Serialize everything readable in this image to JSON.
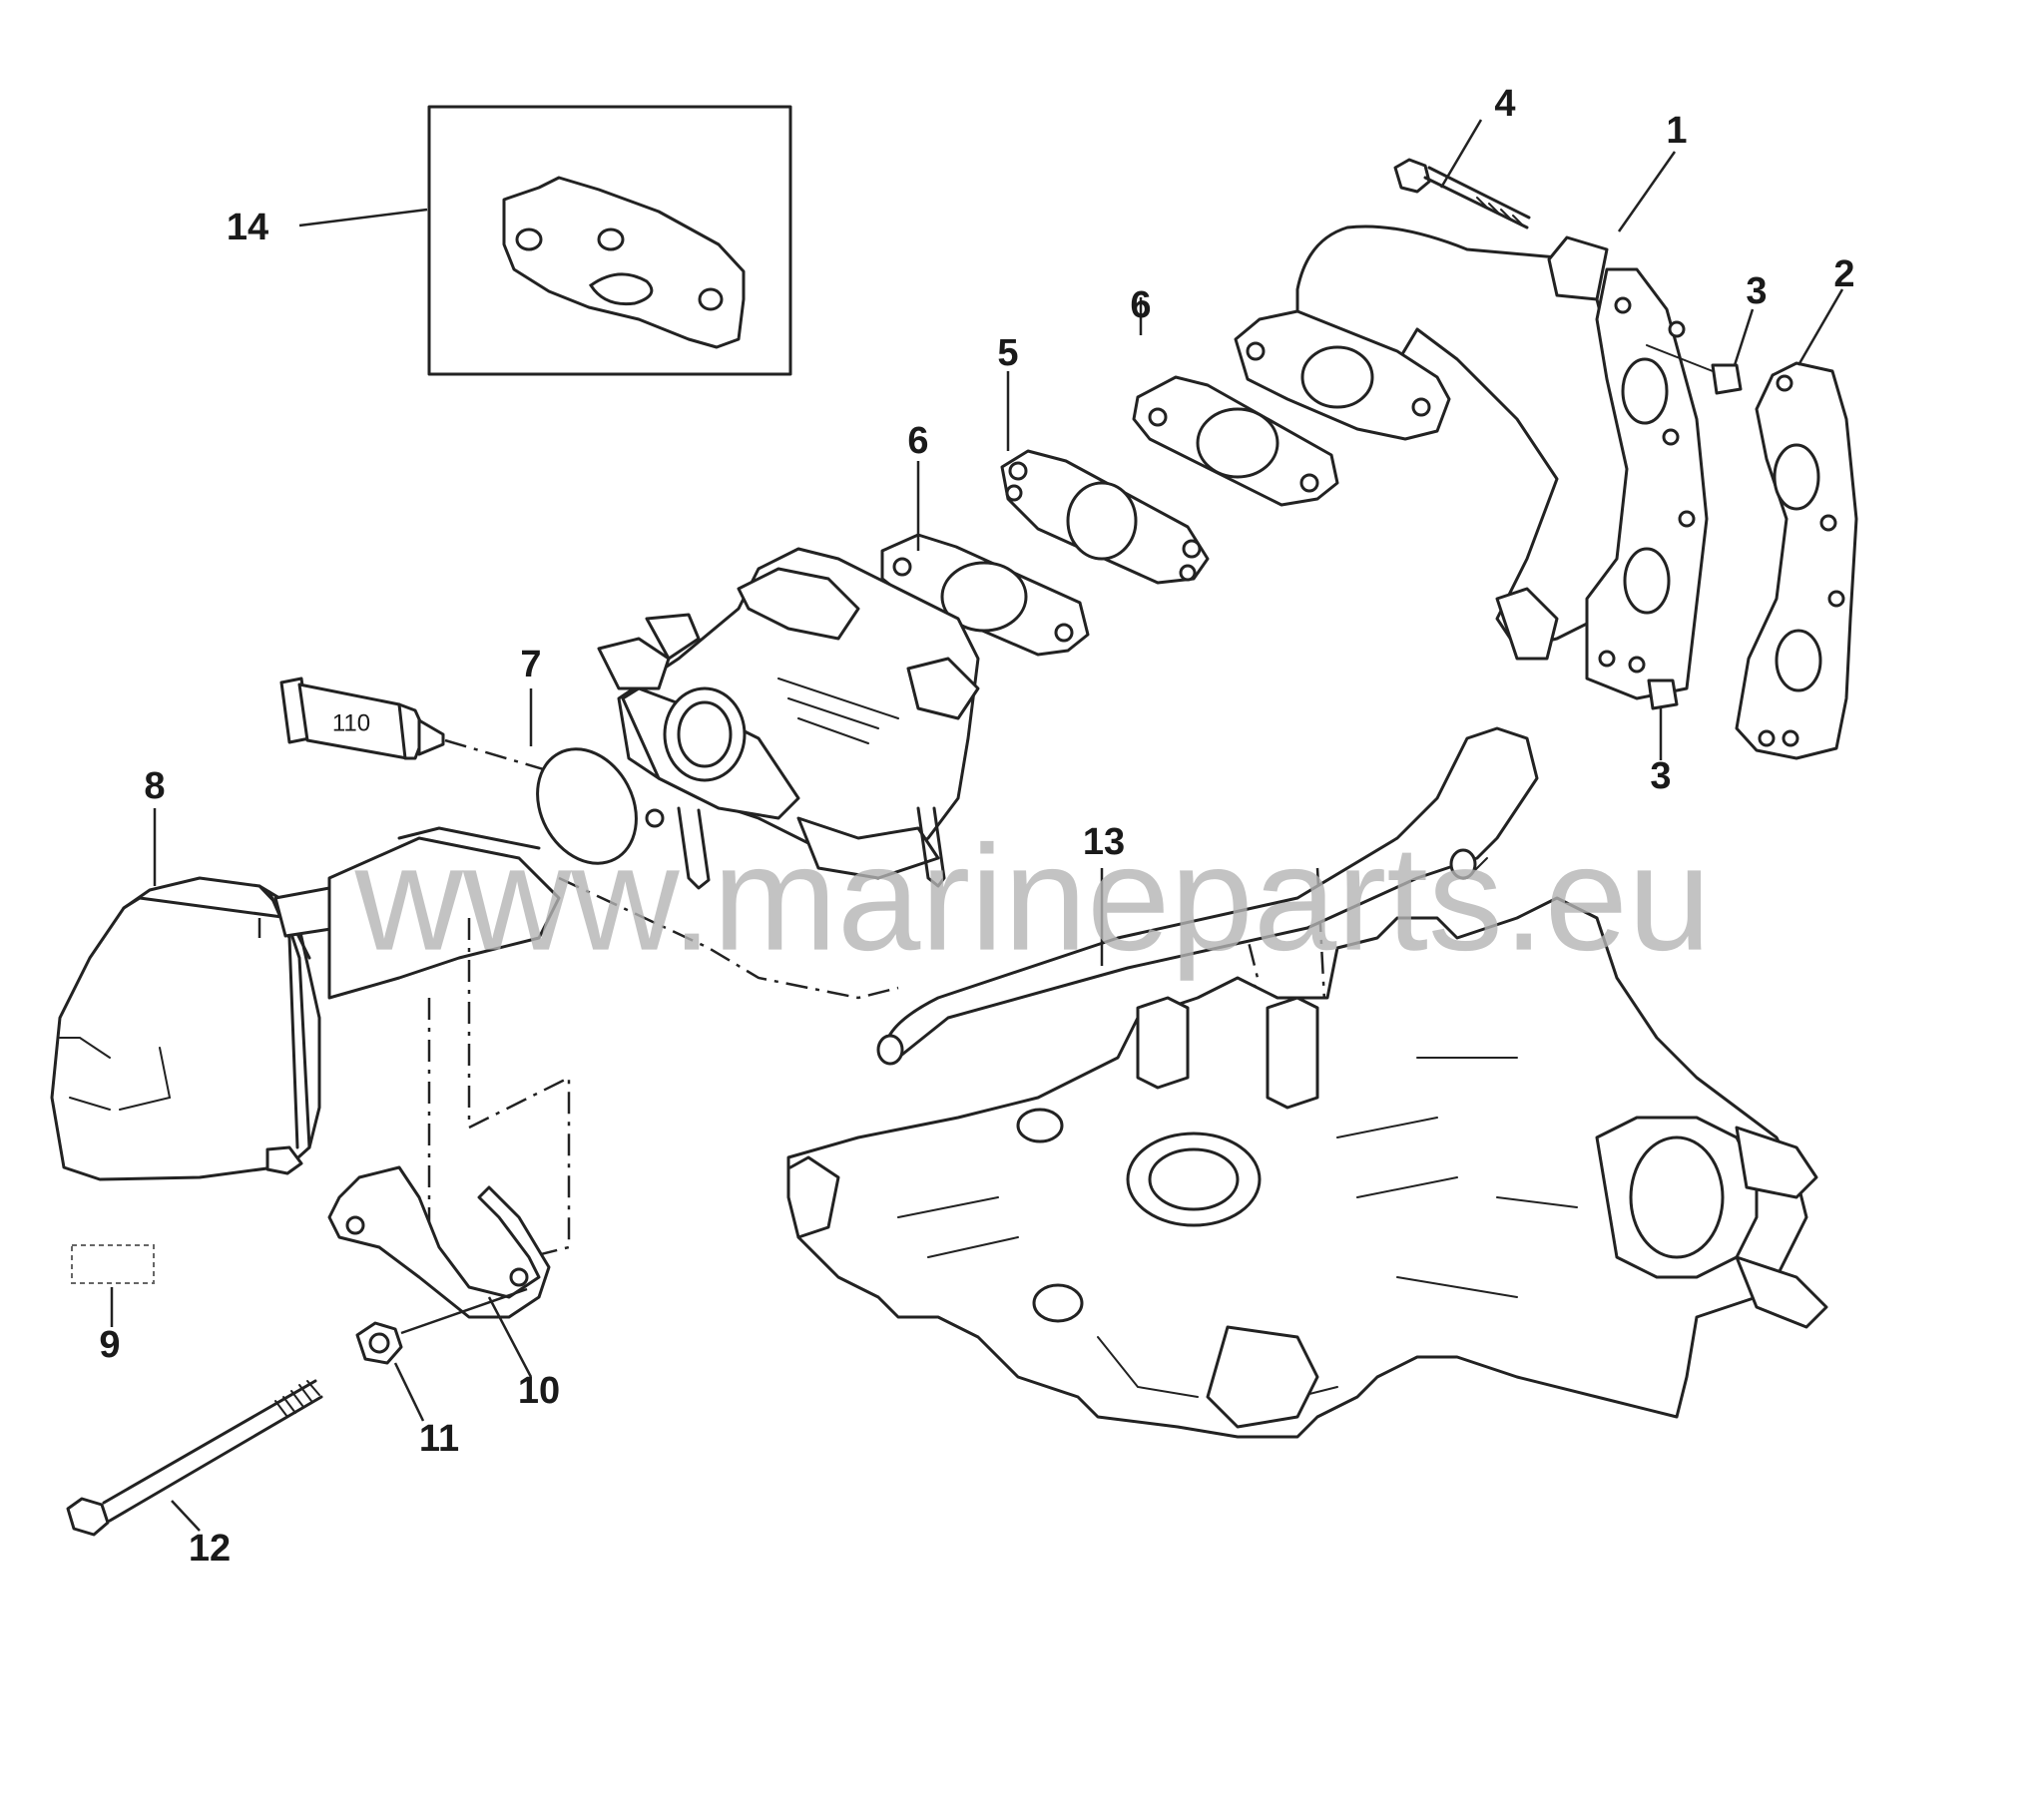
{
  "diagram": {
    "watermark": "www.marineparts.eu",
    "sealant_tube_label": "110",
    "callouts": {
      "c1": "1",
      "c2": "2",
      "c3a": "3",
      "c3b": "3",
      "c4": "4",
      "c5": "5",
      "c6a": "6",
      "c6b": "6",
      "c7": "7",
      "c8": "8",
      "c9": "9",
      "c10": "10",
      "c11": "11",
      "c12": "12",
      "c13": "13",
      "c14": "14"
    }
  }
}
